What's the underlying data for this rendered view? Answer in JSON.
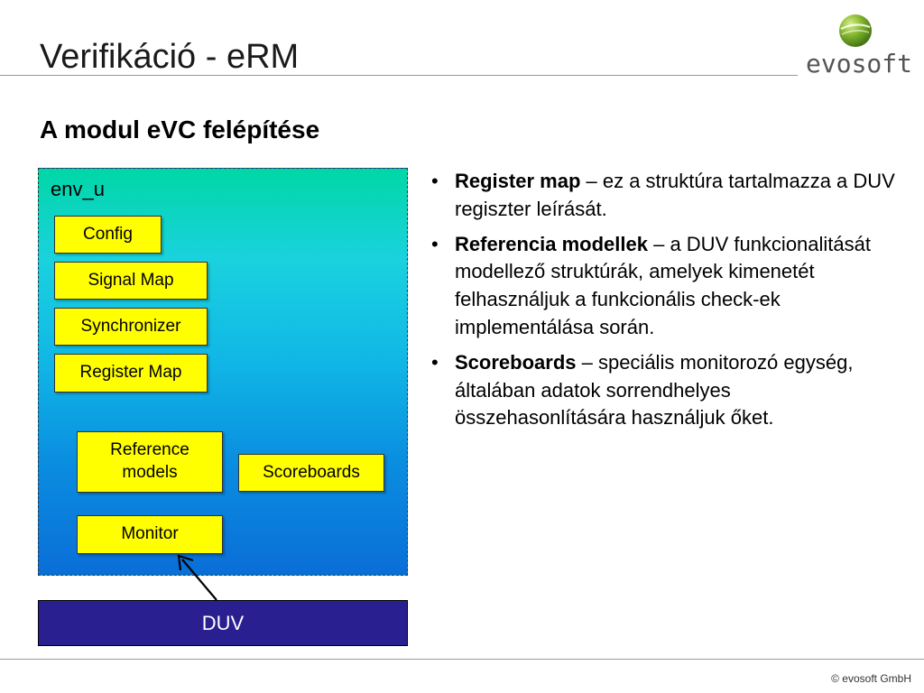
{
  "header": {
    "title": "Verifikáció - eRM",
    "logo_text": "evosoft"
  },
  "subtitle": "A modul eVC felépítése",
  "diagram": {
    "env_label": "env_u",
    "components": {
      "config": "Config",
      "signal_map": "Signal Map",
      "synchronizer": "Synchronizer",
      "register_map": "Register Map",
      "reference_models": "Reference models",
      "scoreboards": "Scoreboards",
      "monitor": "Monitor"
    },
    "duv": "DUV"
  },
  "bullets": [
    {
      "term": "Register map",
      "text": " – ez a struktúra tartalmazza a DUV regiszter leírását."
    },
    {
      "term": "Referencia modellek",
      "text": " – a DUV funkcionalitását modellező struktúrák, amelyek kimenetét felhasználjuk a funkcionális check-ek implementálása során."
    },
    {
      "term": "Scoreboards",
      "text": " – speciális monitorozó egység, általában adatok sorrendhelyes összehasonlítására használjuk őket."
    }
  ],
  "footer": {
    "copyright": "© evosoft GmbH"
  },
  "colors": {
    "component_fill": "#ffff00",
    "duv_fill": "#2a1f90",
    "env_gradient_top": "#00d7a6",
    "env_gradient_bottom": "#0a6ed8"
  }
}
